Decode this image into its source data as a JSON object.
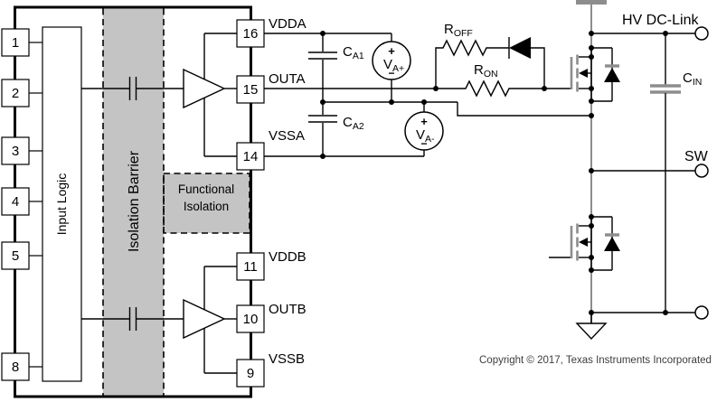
{
  "diagram": {
    "ic": {
      "left_pins": [
        "1",
        "2",
        "3",
        "4",
        "5",
        "8"
      ],
      "right_pins": [
        "16",
        "15",
        "14",
        "11",
        "10",
        "9"
      ],
      "input_logic": "Input Logic",
      "isolation_barrier": "Isolation Barrier",
      "functional_isolation_line1": "Functional",
      "functional_isolation_line2": "Isolation"
    },
    "pin_labels": {
      "vdda": "VDDA",
      "outa": "OUTA",
      "vssa": "VSSA",
      "vddb": "VDDB",
      "outb": "OUTB",
      "vssb": "VSSB"
    },
    "components": {
      "c_a1": {
        "main": "C",
        "sub": "A1"
      },
      "c_a2": {
        "main": "C",
        "sub": "A2"
      },
      "v_a_plus": {
        "main": "V",
        "sub": "A+",
        "plus": "+",
        "minus": "−"
      },
      "v_a_minus": {
        "main": "V",
        "sub": "A-",
        "plus": "+",
        "minus": "−"
      },
      "r_off": {
        "main": "R",
        "sub": "OFF"
      },
      "r_on": {
        "main": "R",
        "sub": "ON"
      },
      "c_in": {
        "main": "C",
        "sub": "IN"
      }
    },
    "nodes": {
      "hv_dc_link": "HV DC-Link",
      "sw": "SW"
    },
    "copyright": "Copyright © 2017, Texas Instruments Incorporated",
    "colors": {
      "wire": "#000000",
      "rail_gray": "#8d8d8d",
      "shade_fill": "#c4c4c4"
    }
  }
}
